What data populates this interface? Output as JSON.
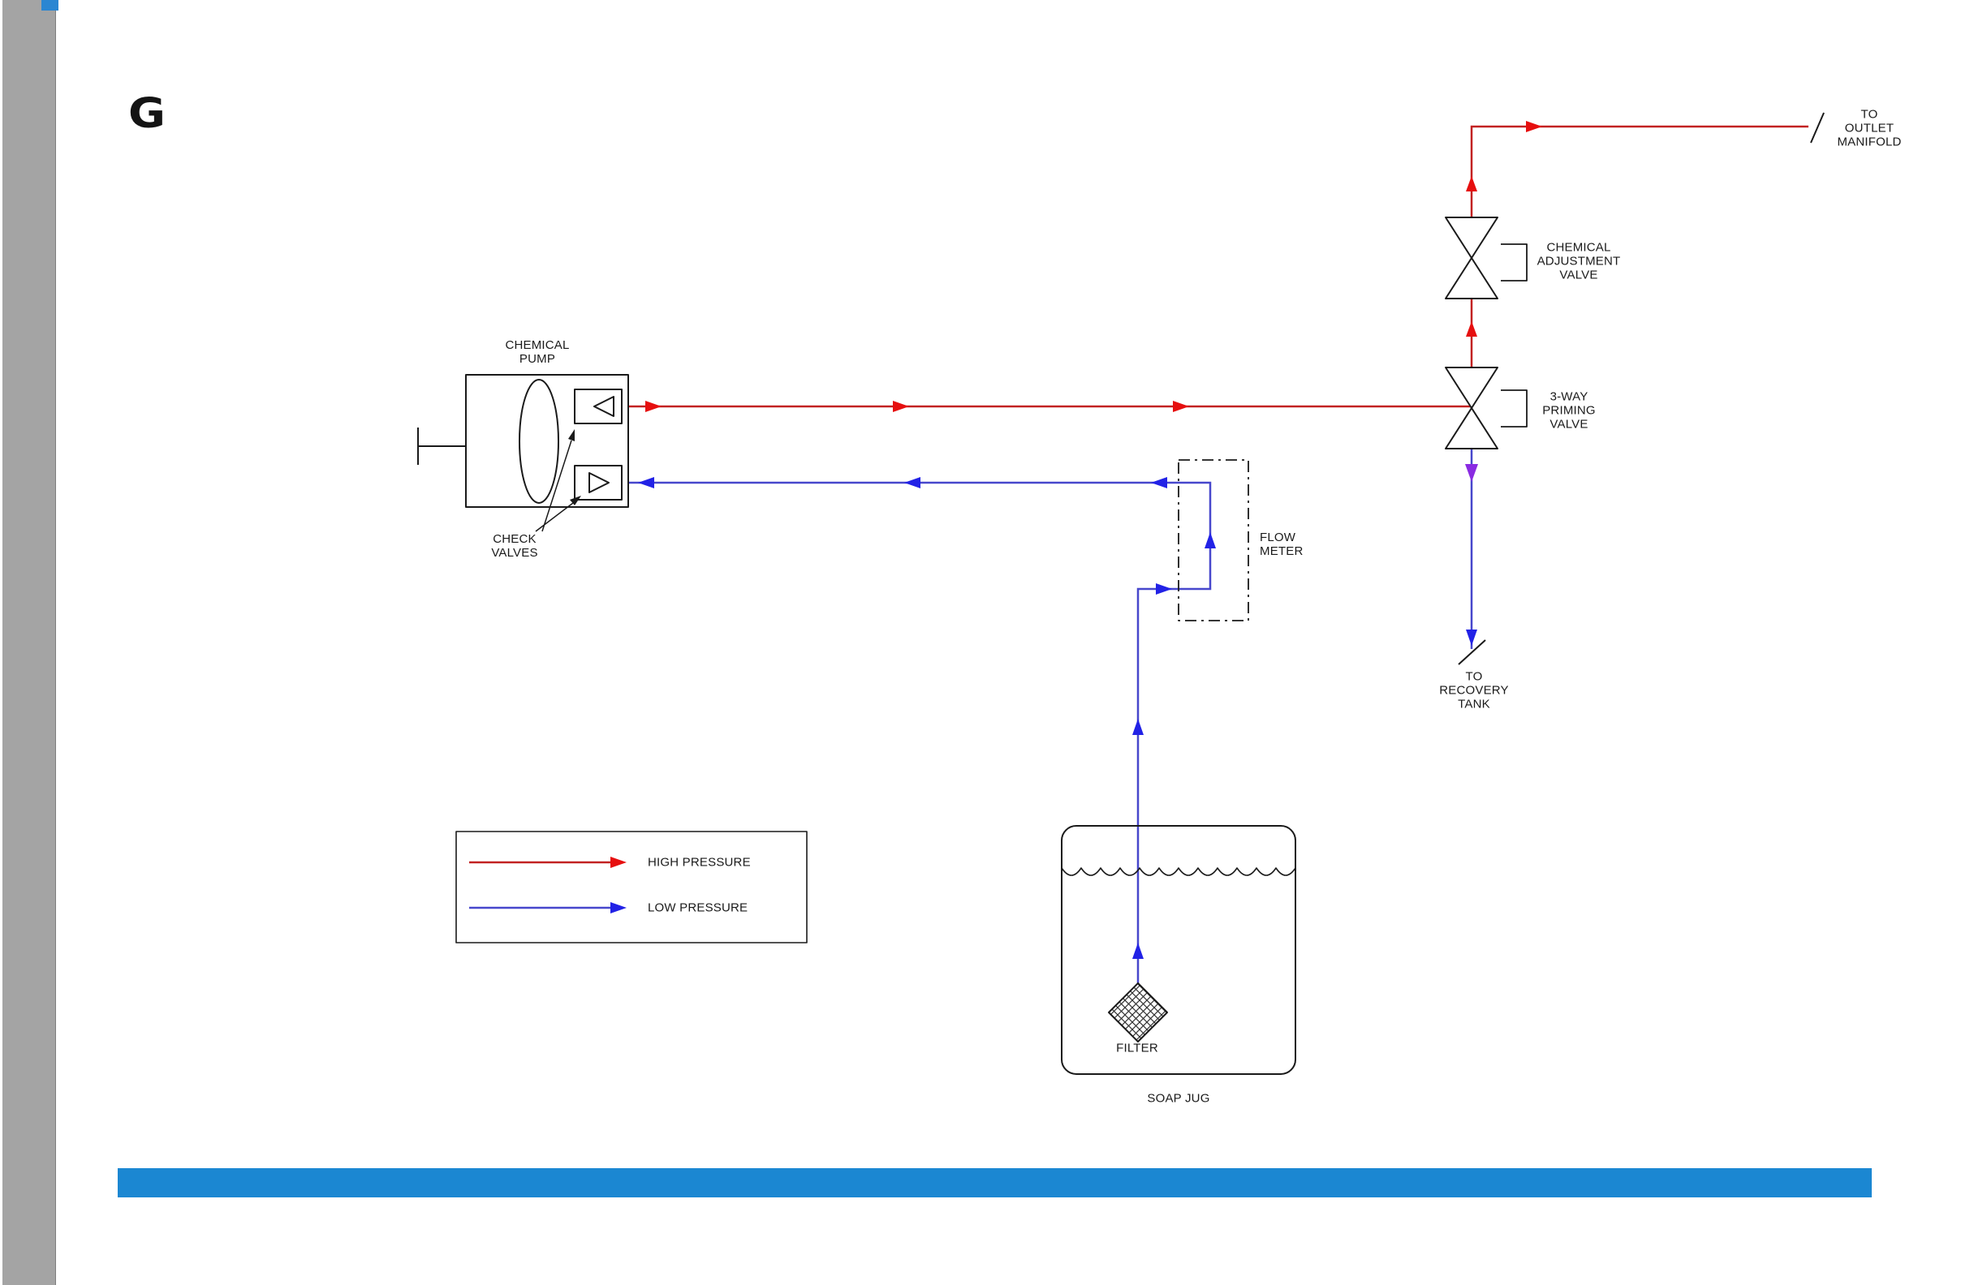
{
  "logo": "G",
  "labels": {
    "chemical_pump": "CHEMICAL\nPUMP",
    "check_valves": "CHECK\nVALVES",
    "flow_meter": "FLOW\nMETER",
    "chemical_adjustment_valve": "CHEMICAL\nADJUSTMENT\nVALVE",
    "three_way_priming_valve": "3-WAY\nPRIMING\nVALVE",
    "to_outlet_manifold": "TO\nOUTLET\nMANIFOLD",
    "to_recovery_tank": "TO\nRECOVERY\nTANK",
    "filter": "FILTER",
    "soap_jug": "SOAP JUG"
  },
  "legend": {
    "high_pressure": "HIGH PRESSURE",
    "low_pressure": "LOW PRESSURE"
  },
  "colors": {
    "diagram_ink": "#1a1a1a",
    "high_pressure_line": "#c22222",
    "high_pressure_arrow": "#e60f0f",
    "low_pressure_line": "#4747cc",
    "low_pressure_arrow": "#2222e6",
    "purple_arrow": "#8a2be2",
    "bottom_bar": "#1b87d2",
    "sidebar": "#a4a4a4",
    "sidebar_chip": "#2b86d2"
  }
}
